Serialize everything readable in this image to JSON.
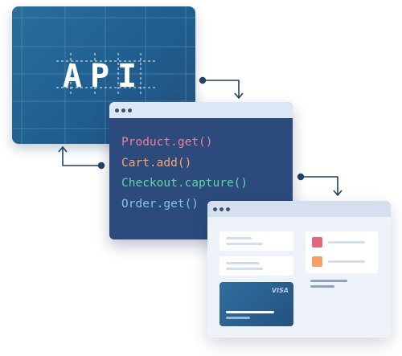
{
  "api_card": {
    "label": "API"
  },
  "code_window": {
    "lines": [
      {
        "text": "Product.get()",
        "color": "#f07f8f"
      },
      {
        "text": "Cart.add()",
        "color": "#f7a96a"
      },
      {
        "text": "Checkout.capture()",
        "color": "#5fd6a0"
      },
      {
        "text": "Order.get()",
        "color": "#7ec4f2"
      }
    ]
  },
  "checkout_window": {
    "card_brand": "VISA",
    "swatch_colors": [
      "#e06a7c",
      "#f3a062"
    ]
  },
  "colors": {
    "accent_dark": "#1f4166",
    "card_blue": "#24527f"
  }
}
